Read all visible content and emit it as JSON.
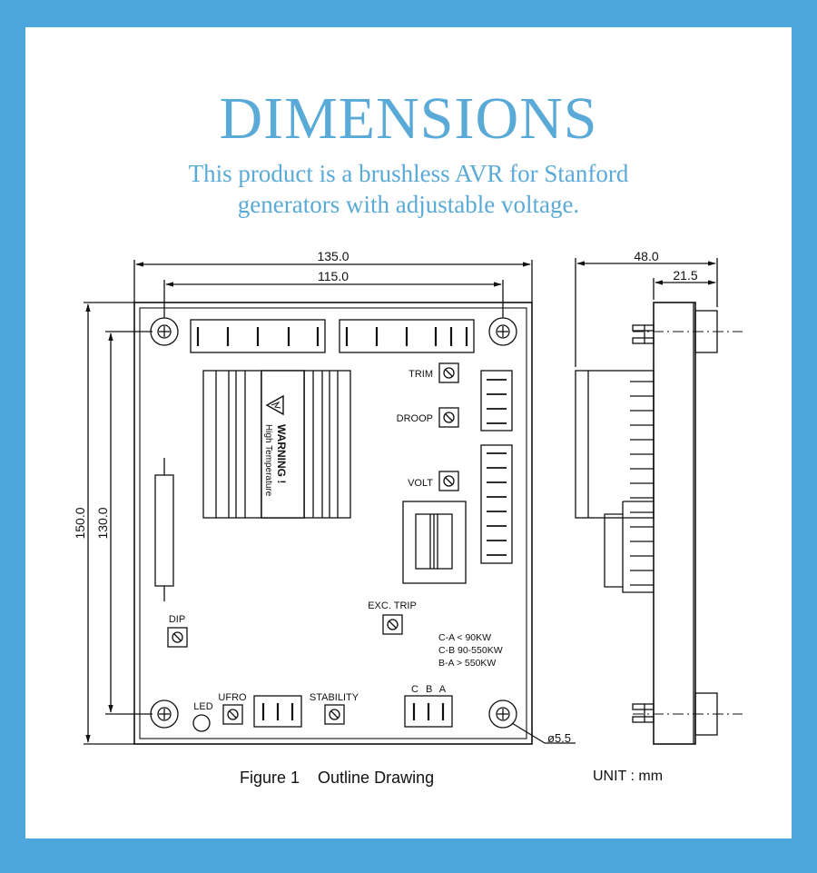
{
  "header": {
    "title": "DIMENSIONS",
    "subtitle_line1": "This product is a brushless AVR for Stanford",
    "subtitle_line2": "generators with adjustable voltage."
  },
  "front_view": {
    "dim_overall_width": "135.0",
    "dim_hole_spacing_x": "115.0",
    "dim_overall_height": "150.0",
    "dim_hole_spacing_y": "130.0",
    "hole_diameter": "ø5.5",
    "labels": {
      "trim": "TRIM",
      "droop": "DROOP",
      "volt": "VOLT",
      "exc_trip": "EXC. TRIP",
      "dip": "DIP",
      "led": "LED",
      "ufro": "UFRO",
      "stability": "STABILITY",
      "terminals_cba": "C B A"
    },
    "warning": {
      "title": "WARNING !",
      "text": "High Temperature"
    },
    "selection_notes": [
      "C-A  <  90KW",
      "C-B  90-550KW",
      "B-A  >  550KW"
    ]
  },
  "side_view": {
    "dim_depth": "48.0",
    "dim_partial": "21.5"
  },
  "captions": {
    "figure": "Figure 1    Outline Drawing",
    "unit": "UNIT : mm"
  },
  "colors": {
    "frame": "#4da6dc",
    "title": "#5aaad8",
    "line": "#111111"
  }
}
